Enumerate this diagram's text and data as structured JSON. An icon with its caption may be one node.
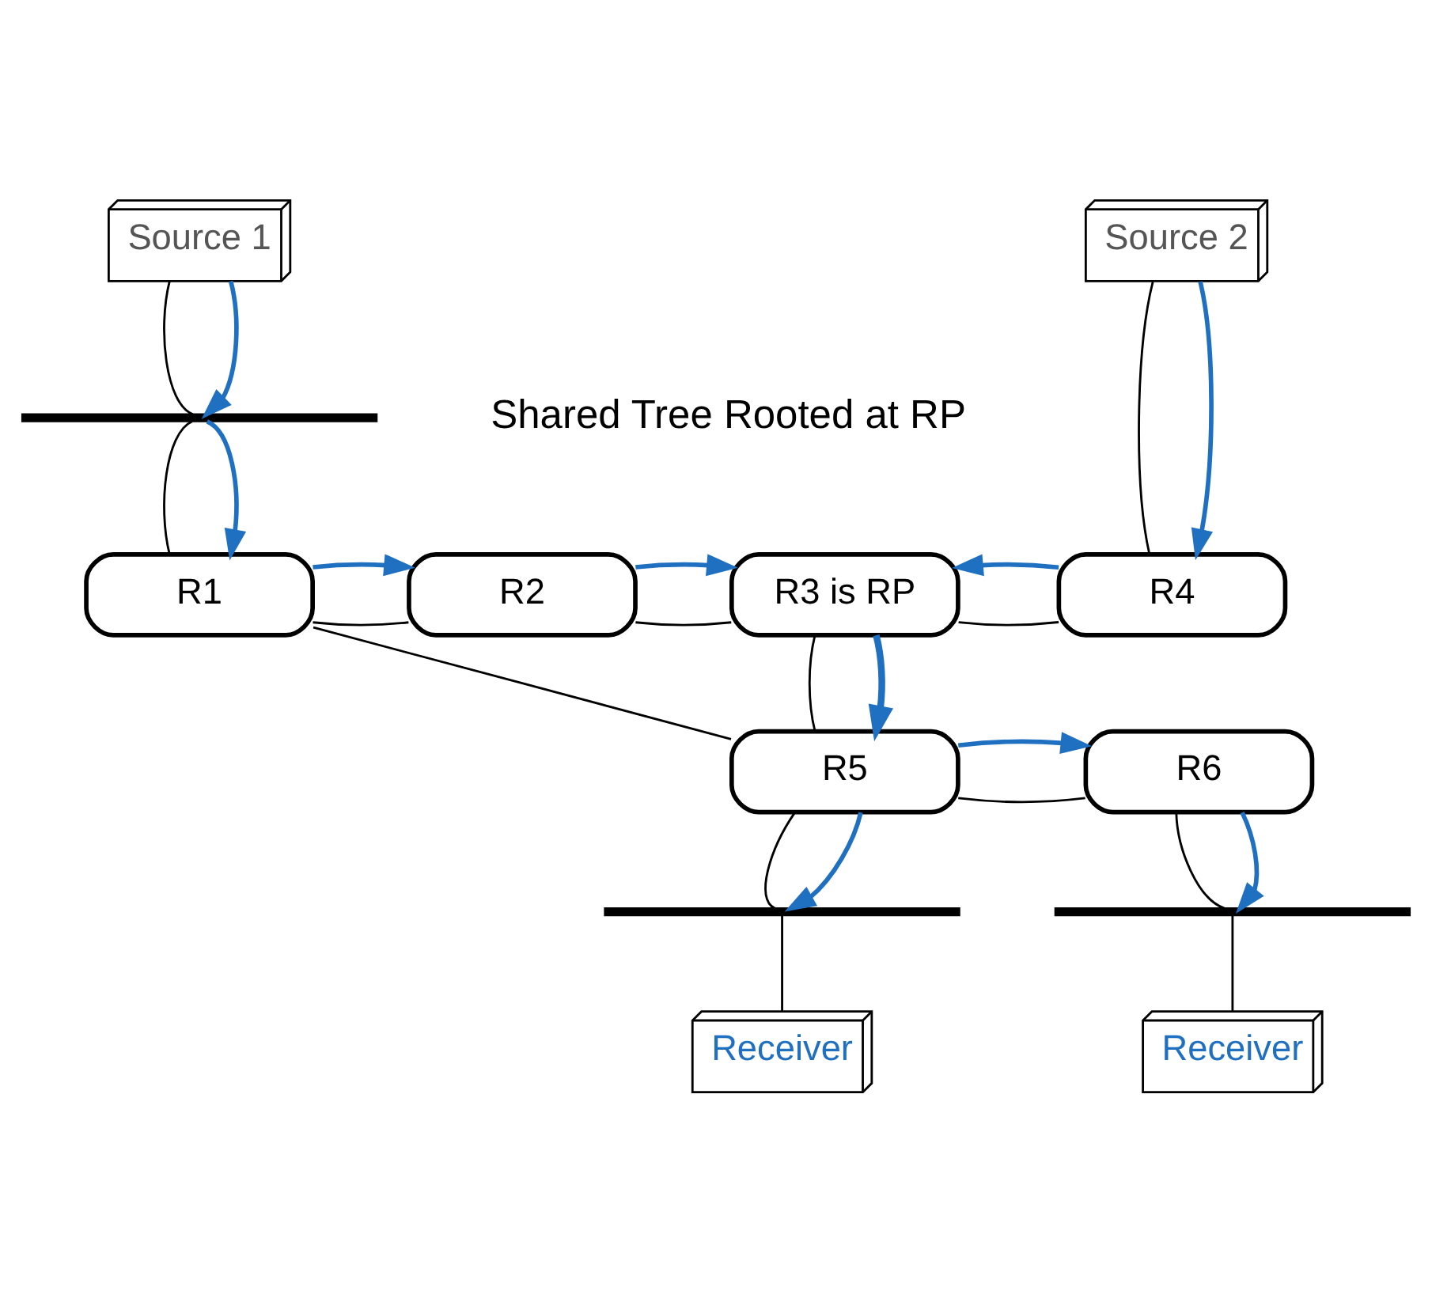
{
  "diagram": {
    "nodes": [
      {
        "text": [
          "Source 1"
        ]
      },
      {
        "text": [
          "Source 2"
        ]
      },
      {
        "text": [],
        "shape": "bar"
      },
      {
        "text": [
          "R1"
        ]
      },
      {
        "text": [
          "R2"
        ]
      },
      {
        "text": [
          "R3 is RP"
        ]
      },
      {
        "text": [
          "R4"
        ]
      },
      {
        "text": [
          "R5"
        ]
      },
      {
        "text": [
          "R6"
        ]
      },
      {
        "text": [],
        "shape": "bar"
      },
      {
        "text": [],
        "shape": "bar"
      },
      {
        "text": [
          "Receiver"
        ]
      },
      {
        "text": [
          "Receiver"
        ]
      }
    ],
    "edges": [
      {
        "from": 0,
        "to": 2,
        "arrow": "none"
      },
      {
        "from": 0,
        "to": 2,
        "arrow": "to",
        "color": "#1f70c1"
      },
      {
        "from": 2,
        "to": 3,
        "arrow": "none"
      },
      {
        "from": 2,
        "to": 3,
        "arrow": "to",
        "color": "#1f70c1"
      },
      {
        "from": 3,
        "to": 4,
        "arrow": "none"
      },
      {
        "from": 3,
        "to": 4,
        "arrow": "to",
        "color": "#1f70c1"
      },
      {
        "from": 4,
        "to": 5,
        "arrow": "none"
      },
      {
        "from": 4,
        "to": 5,
        "arrow": "to",
        "color": "#1f70c1"
      },
      {
        "from": 5,
        "to": 6,
        "arrow": "none"
      },
      {
        "from": 6,
        "to": 5,
        "arrow": "to",
        "color": "#1f70c1"
      },
      {
        "from": 1,
        "to": 6,
        "arrow": "none"
      },
      {
        "from": 1,
        "to": 6,
        "arrow": "to",
        "color": "#1f70c1"
      },
      {
        "from": 3,
        "to": 7,
        "arrow": "none"
      },
      {
        "from": 5,
        "to": 7,
        "arrow": "none"
      },
      {
        "from": 5,
        "to": 7,
        "arrow": "to",
        "style": "thick",
        "color": "#1f70c1"
      },
      {
        "from": 7,
        "to": 8,
        "arrow": "none"
      },
      {
        "from": 7,
        "to": 8,
        "arrow": "to",
        "color": "#1f70c1"
      },
      {
        "from": 7,
        "to": 9,
        "arrow": "none"
      },
      {
        "from": 7,
        "to": 9,
        "arrow": "to",
        "color": "#1f70c1"
      },
      {
        "from": 8,
        "to": 10,
        "arrow": "none"
      },
      {
        "from": 8,
        "to": 10,
        "arrow": "to",
        "color": "#1f70c1"
      },
      {
        "from": 9,
        "to": 11,
        "arrow": "none"
      },
      {
        "from": 10,
        "to": 12,
        "arrow": "none"
      }
    ],
    "labels": [
      "Shared Tree Rooted at RP"
    ]
  }
}
